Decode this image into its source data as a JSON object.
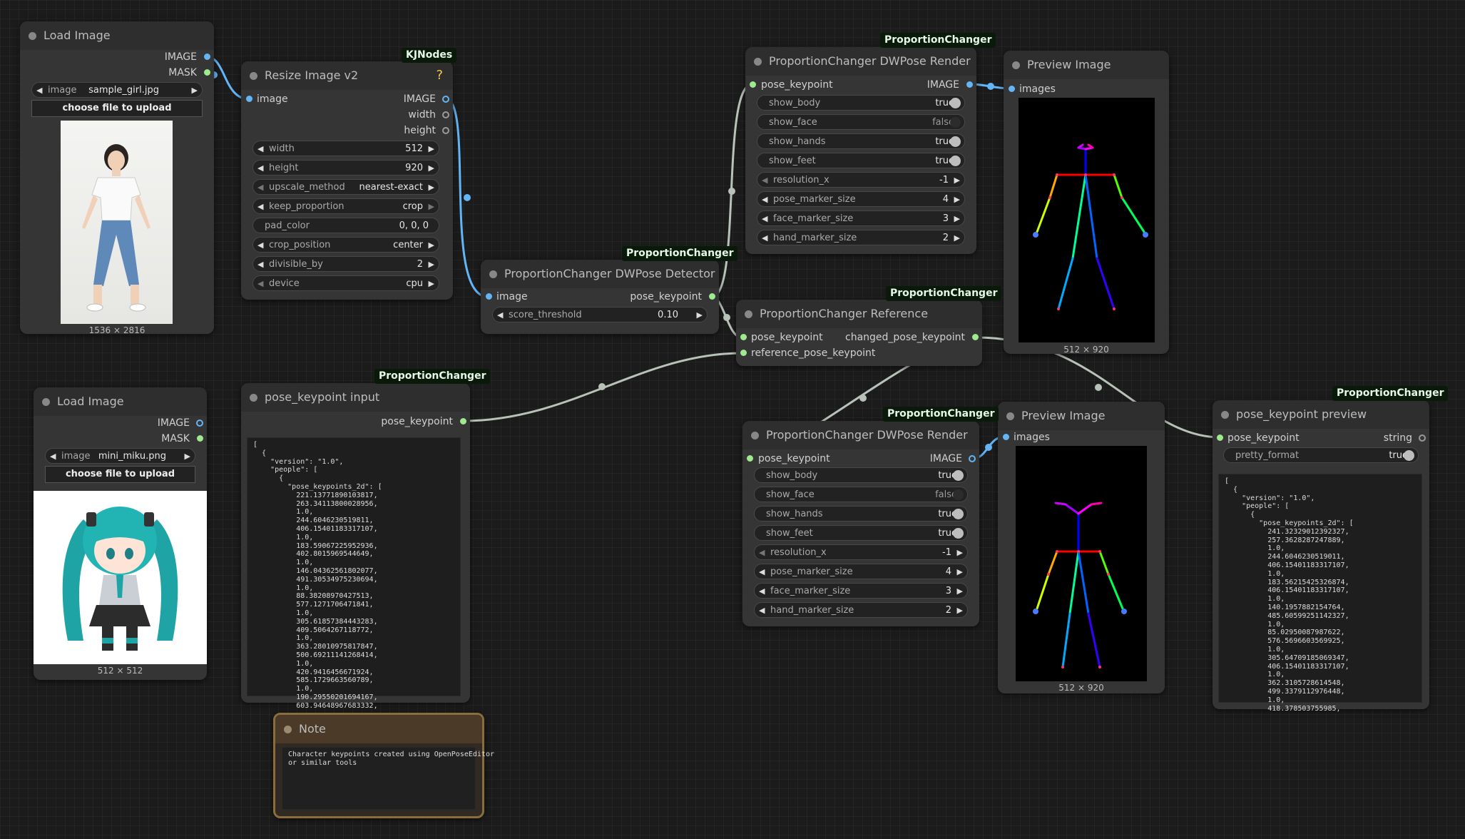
{
  "nodes": {
    "load_image_1": {
      "title": "Load Image",
      "out_image": "IMAGE",
      "out_mask": "MASK",
      "widget_label": "image",
      "widget_value": "sample_girl.jpg",
      "upload_label": "choose file to upload",
      "caption": "1536 × 2816"
    },
    "load_image_2": {
      "title": "Load Image",
      "out_image": "IMAGE",
      "out_mask": "MASK",
      "widget_label": "image",
      "widget_value": "mini_miku.png",
      "upload_label": "choose file to upload",
      "caption": "512 × 512"
    },
    "resize": {
      "title": "Resize Image v2",
      "badge": "KJNodes",
      "help": "?",
      "in_image": "image",
      "out_image": "IMAGE",
      "out_width": "width",
      "out_height": "height",
      "widgets": [
        {
          "label": "width",
          "value": "512"
        },
        {
          "label": "height",
          "value": "920"
        },
        {
          "label": "upscale_method",
          "value": "nearest-exact"
        },
        {
          "label": "keep_proportion",
          "value": "crop"
        },
        {
          "label": "pad_color",
          "value": "0, 0, 0"
        },
        {
          "label": "crop_position",
          "value": "center"
        },
        {
          "label": "divisible_by",
          "value": "2"
        },
        {
          "label": "device",
          "value": "cpu"
        }
      ]
    },
    "detector": {
      "title": "ProportionChanger DWPose Detector",
      "badge": "ProportionChanger",
      "in_image": "image",
      "out_pose": "pose_keypoint",
      "widget_label": "score_threshold",
      "widget_value": "0.10"
    },
    "render_1": {
      "title": "ProportionChanger DWPose Render",
      "badge": "ProportionChanger",
      "in_pose": "pose_keypoint",
      "out_image": "IMAGE",
      "widgets": [
        {
          "label": "show_body",
          "value": "true"
        },
        {
          "label": "show_face",
          "value": "false"
        },
        {
          "label": "show_hands",
          "value": "true"
        },
        {
          "label": "show_feet",
          "value": "true"
        },
        {
          "label": "resolution_x",
          "value": "-1"
        },
        {
          "label": "pose_marker_size",
          "value": "4"
        },
        {
          "label": "face_marker_size",
          "value": "3"
        },
        {
          "label": "hand_marker_size",
          "value": "2"
        }
      ]
    },
    "render_2": {
      "title": "ProportionChanger DWPose Render",
      "badge": "ProportionChanger",
      "in_pose": "pose_keypoint",
      "out_image": "IMAGE",
      "widgets": [
        {
          "label": "show_body",
          "value": "true"
        },
        {
          "label": "show_face",
          "value": "false"
        },
        {
          "label": "show_hands",
          "value": "true"
        },
        {
          "label": "show_feet",
          "value": "true"
        },
        {
          "label": "resolution_x",
          "value": "-1"
        },
        {
          "label": "pose_marker_size",
          "value": "4"
        },
        {
          "label": "face_marker_size",
          "value": "3"
        },
        {
          "label": "hand_marker_size",
          "value": "2"
        }
      ]
    },
    "preview_1": {
      "title": "Preview Image",
      "in_images": "images",
      "caption": "512 × 920"
    },
    "preview_2": {
      "title": "Preview Image",
      "in_images": "images",
      "caption": "512 × 920"
    },
    "reference": {
      "title": "ProportionChanger Reference",
      "badge": "ProportionChanger",
      "in_pose": "pose_keypoint",
      "in_ref": "reference_pose_keypoint",
      "out_changed": "changed_pose_keypoint"
    },
    "kp_input": {
      "title": "pose_keypoint input",
      "badge": "ProportionChanger",
      "out_pose": "pose_keypoint",
      "text": "[\n  {\n    \"version\": \"1.0\",\n    \"people\": [\n      {\n        \"pose_keypoints_2d\": [\n          221.13771890103817,\n          263.34113800028956,\n          1.0,\n          244.6046230519811,\n          406.15401183317107,\n          1.0,\n          183.59067225952936,\n          402.8015969544649,\n          1.0,\n          146.04362561802077,\n          491.30534975230694,\n          1.0,\n          88.38208970427513,\n          577.1271706471841,\n          1.0,\n          305.61857384443283,\n          409.5064267118772,\n          1.0,\n          363.28010975817847,\n          500.69211141268414,\n          1.0,\n          420.9416456671924,\n          585.1729663560789,\n          1.0,\n          190.29550201694167,\n          603.94648967683332,"
    },
    "kp_preview": {
      "title": "pose_keypoint preview",
      "badge": "ProportionChanger",
      "in_pose": "pose_keypoint",
      "out_string": "string",
      "widget_label": "pretty_format",
      "widget_value": "true",
      "text": "[\n  {\n    \"version\": \"1.0\",\n    \"people\": [\n      {\n        \"pose_keypoints_2d\": [\n          241.32329012392327,\n          257.3628287247889,\n          1.0,\n          244.6046230519011,\n          406.15401183317107,\n          1.0,\n          183.56215425326874,\n          406.15401183317107,\n          1.0,\n          140.1957882154764,\n          485.60599251142327,\n          1.0,\n          85.02950087987622,\n          576.5696603569925,\n          1.0,\n          305.64709185069347,\n          406.15401183317107,\n          1.0,\n          362.3105728614548,\n          499.3379112976448,\n          1.0,\n          418.378503755985,"
    },
    "note": {
      "title": "Note",
      "text": "Character keypoints created using OpenPoseEditor\nor similar tools"
    }
  },
  "colors": {
    "canvas": "#1b1b1b",
    "node": "#353535",
    "node_title": "#2e2e2e",
    "note_title": "#4a3a27",
    "note_border": "#8a6d3b",
    "image_link": "#64b5f6",
    "pose_link": "#b8c2b8"
  }
}
